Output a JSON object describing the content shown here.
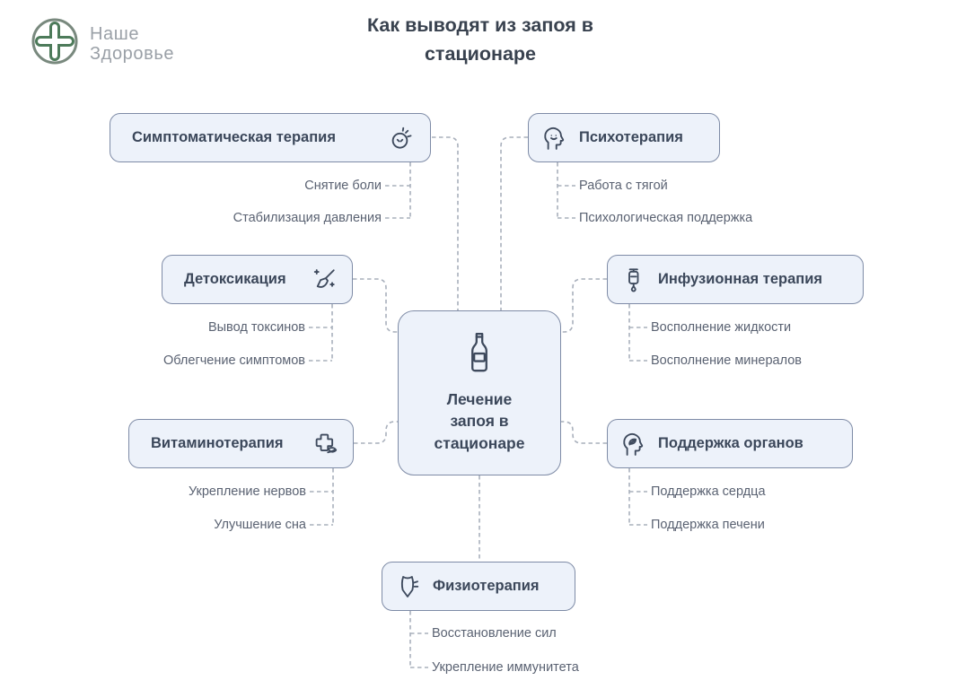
{
  "logo": {
    "icon": "medical-cross-logo-icon",
    "name_line1": "Наше",
    "name_line2": "Здоровье"
  },
  "title": "Как выводят из запоя в стационаре",
  "center_node": {
    "icon": "bottle-icon",
    "label": "Лечение запоя в стационаре"
  },
  "branches": [
    {
      "label": "Симптоматическая терапия",
      "icon": "headache-icon",
      "children": [
        "Снятие боли",
        "Стабилизация давления"
      ]
    },
    {
      "label": "Психотерапия",
      "icon": "head-smile-icon",
      "children": [
        "Работа с тягой",
        "Психологическая поддержка"
      ]
    },
    {
      "label": "Детоксикация",
      "icon": "broom-sparkles-icon",
      "children": [
        "Вывод токсинов",
        "Облегчение симптомов"
      ]
    },
    {
      "label": "Инфузионная терапия",
      "icon": "iv-drip-icon",
      "children": [
        "Восполнение жидкости",
        "Восполнение минералов"
      ]
    },
    {
      "label": "Витаминотерапия",
      "icon": "cross-leaf-icon",
      "children": [
        "Укрепление нервов",
        "Улучшение сна"
      ]
    },
    {
      "label": "Поддержка органов",
      "icon": "head-leaf-icon",
      "children": [
        "Поддержка сердца",
        "Поддержка печени"
      ]
    },
    {
      "label": "Физиотерапия",
      "icon": "massage-icon",
      "children": [
        "Восстановление сил",
        "Укрепление иммунитета"
      ]
    }
  ],
  "colors": {
    "node_fill": "#edf2fa",
    "node_border": "#7e8ba6",
    "node_text": "#3b475a",
    "sub_text": "#5a6272",
    "connector": "#a9b0bc",
    "title_text": "#39424f",
    "logo_green": "#4d7b5a",
    "logo_gray": "#9aa0a7"
  }
}
